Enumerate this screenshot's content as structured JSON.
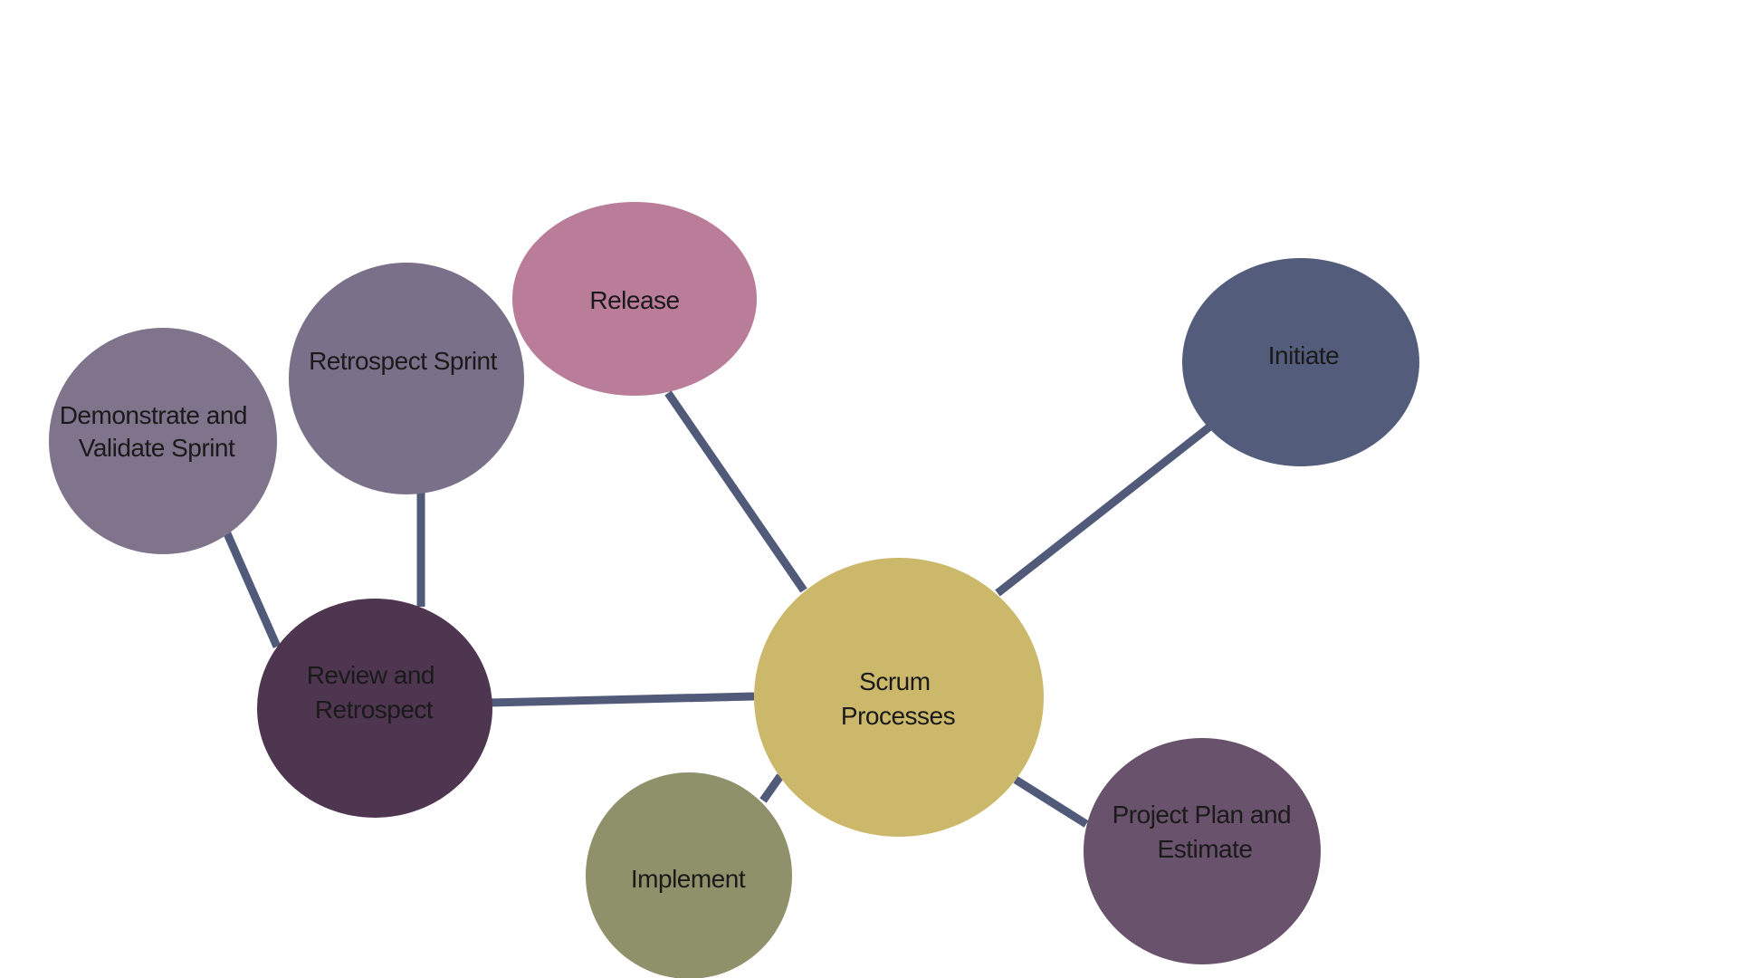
{
  "diagram": {
    "nodes": {
      "center": {
        "lines": [
          "Scrum",
          "Processes"
        ],
        "color": "#ccb86a"
      },
      "initiate": {
        "lines": [
          "Initiate"
        ],
        "color": "#545c7b"
      },
      "plan": {
        "lines": [
          "Project Plan and",
          "Estimate"
        ],
        "color": "#69526b"
      },
      "implement": {
        "lines": [
          "Implement"
        ],
        "color": "#8f916a"
      },
      "review": {
        "lines": [
          "Review and",
          "Retrospect"
        ],
        "color": "#4e3550"
      },
      "demonstrate": {
        "lines": [
          "Demonstrate and",
          "Validate Sprint"
        ],
        "color": "#80748c"
      },
      "retrospect": {
        "lines": [
          "Retrospect Sprint"
        ],
        "color": "#7b7089"
      },
      "release": {
        "lines": [
          "Release"
        ],
        "color": "#b97d99"
      }
    },
    "connector_color": "#525a7a"
  }
}
